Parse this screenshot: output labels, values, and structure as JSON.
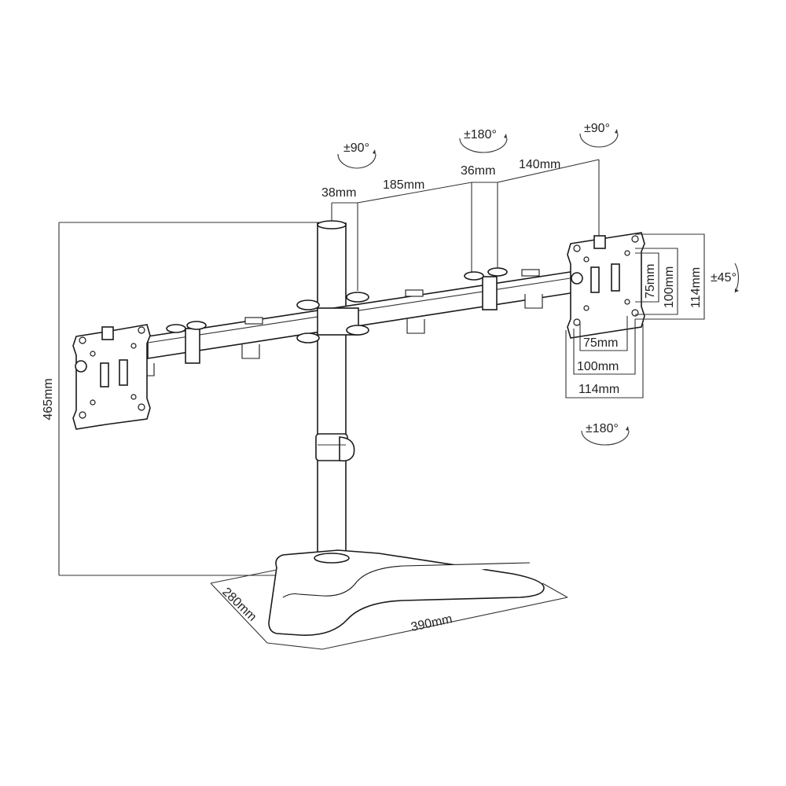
{
  "labels": {
    "height": "465mm",
    "arm_38": "38mm",
    "arm_185": "185mm",
    "arm_36": "36mm",
    "arm_140": "140mm",
    "rot_left_top": "±90°",
    "rot_center_top": "±180°",
    "rot_right_top": "±90°",
    "rot_plate": "±180°",
    "tilt": "±45°",
    "vesa_h_75": "75mm",
    "vesa_h_100": "100mm",
    "vesa_h_114": "114mm",
    "vesa_v_75": "75mm",
    "vesa_v_100": "100mm",
    "vesa_v_114": "114mm",
    "base_depth": "280mm",
    "base_width": "390mm"
  },
  "icons": {
    "rotation": "rotation-arrow-icon"
  }
}
